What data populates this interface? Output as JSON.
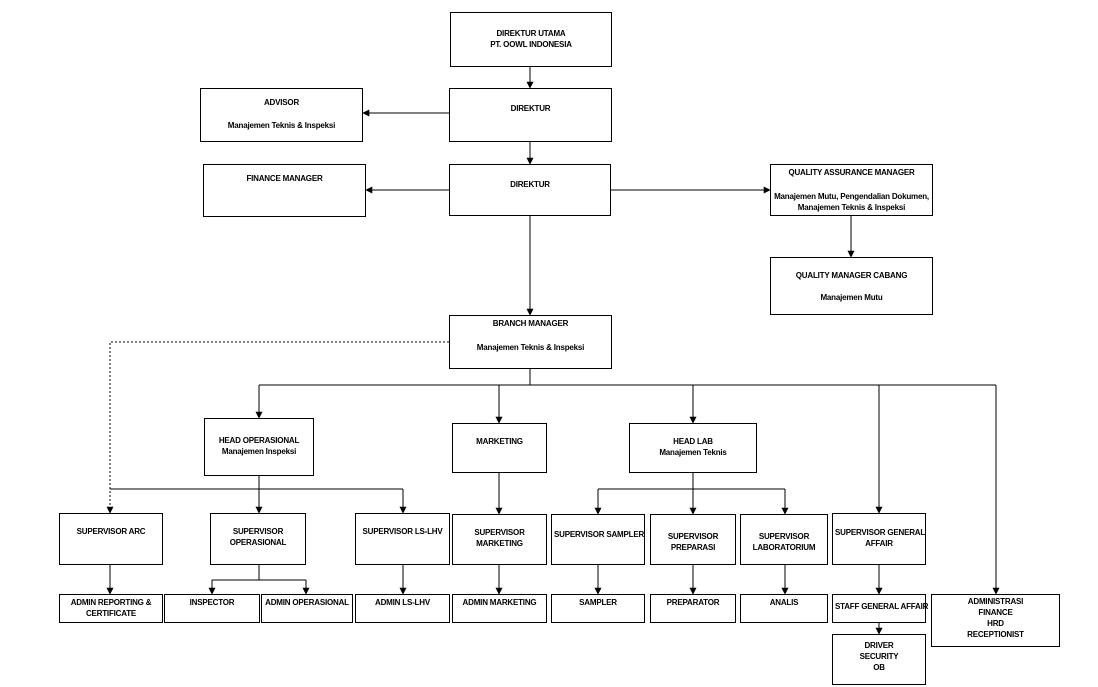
{
  "org_chart": {
    "direktur_utama": {
      "line1": "DIREKTUR UTAMA",
      "line2": "PT. OOWL INDONESIA"
    },
    "direktur_1": {
      "title": "DIREKTUR"
    },
    "advisor": {
      "title": "ADVISOR",
      "sub": "Manajemen Teknis & Inspeksi"
    },
    "finance_manager": {
      "title": "FINANCE MANAGER"
    },
    "direktur_2": {
      "title": "DIREKTUR"
    },
    "qa_manager": {
      "title": "QUALITY ASSURANCE MANAGER",
      "sub1": "Manajemen Mutu, Pengendalian Dokumen,",
      "sub2": "Manajemen Teknis & Inspeksi"
    },
    "quality_manager_cabang": {
      "title": "QUALITY MANAGER CABANG",
      "sub": "Manajemen Mutu"
    },
    "branch_manager": {
      "title": "BRANCH MANAGER",
      "sub": "Manajemen Teknis & Inspeksi"
    },
    "head_operasional": {
      "title": "HEAD OPERASIONAL",
      "sub": "Manajemen  Inspeksi"
    },
    "marketing": {
      "title": "MARKETING"
    },
    "head_lab": {
      "title": "HEAD LAB",
      "sub": "Manajemen Teknis"
    },
    "supervisor_arc": {
      "title": "SUPERVISOR ARC"
    },
    "supervisor_operasional": {
      "line1": "SUPERVISOR",
      "line2": "OPERASIONAL"
    },
    "supervisor_ls_lhv": {
      "title": "SUPERVISOR LS-LHV"
    },
    "supervisor_marketing": {
      "line1": "SUPERVISOR",
      "line2": "MARKETING"
    },
    "supervisor_sampler": {
      "title": "SUPERVISOR SAMPLER"
    },
    "supervisor_preparasi": {
      "line1": "SUPERVISOR",
      "line2": "PREPARASI"
    },
    "supervisor_laboratorium": {
      "line1": "SUPERVISOR",
      "line2": "LABORATORIUM"
    },
    "supervisor_general_affair": {
      "line1": "SUPERVISOR GENERAL",
      "line2": "AFFAIR"
    },
    "admin_reporting": {
      "line1": "ADMIN REPORTING &",
      "line2": "CERTIFICATE"
    },
    "inspector": {
      "title": "INSPECTOR"
    },
    "admin_operasional": {
      "title": "ADMIN OPERASIONAL"
    },
    "admin_ls_lhv": {
      "title": "ADMIN LS-LHV"
    },
    "admin_marketing": {
      "title": "ADMIN MARKETING"
    },
    "sampler": {
      "title": "SAMPLER"
    },
    "preparator": {
      "title": "PREPARATOR"
    },
    "analis": {
      "title": "ANALIS"
    },
    "staff_general_affair": {
      "title": "STAFF GENERAL AFFAIR"
    },
    "administrasi": {
      "line1": "ADMINISTRASI",
      "line2": "FINANCE",
      "line3": "HRD",
      "line4": "RECEPTIONIST"
    },
    "driver": {
      "line1": "DRIVER",
      "line2": "SECURITY",
      "line3": "OB"
    }
  }
}
